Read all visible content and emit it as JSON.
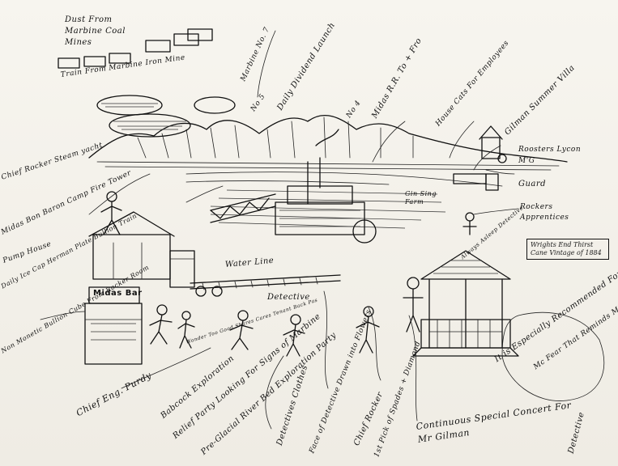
{
  "labels": {
    "dust": "Dust From Marbine Coal Mines",
    "train": "Train From Marbine Iron Mine",
    "marbine7": "Marbine No. 7",
    "no5": "No 5",
    "no4": "No 4",
    "launch": "Daily Dividend Launch",
    "midas_rr": "Midas R.R. To + Fro",
    "house_cats": "House Cats For Employees",
    "gilman_villa": "Gilman Summer Villa",
    "roosters": "Roosters Lycon M'G",
    "guard": "Guard",
    "rockers": "Rockers Apprentices",
    "gin_sing": "Gin Sing Farm",
    "chief_rocker_steam": "Chief Rocker Steam yacht",
    "camp_fire": "Midas Bon Baron Camp Fire Tower",
    "pump_house": "Pump House",
    "daily_ice": "Daily Ice Cap Herman Plate Bullion Train",
    "bullion": "Non Monetic Bullion Cube From Rocker Room",
    "water_line": "Water Line",
    "detective": "Detective",
    "midas_bar": "Midas Bar",
    "wrigley_note": "Wrights End Thirst Cane Vintage of 1884",
    "asleep": "Always Asleep Detective",
    "chief_eng": "Chief Eng. Purdy",
    "babcock": "Babcock Exploration",
    "relief": "Relief Party Looking For Signs of Marbine",
    "pre_glacial": "Pre-Glacial River Bed Exploration Party",
    "detective_clothes": "Detectives Clothes",
    "face_of_detective": "Face of Detective Drawn into Flowers",
    "chief_rocker": "Chief Rocker",
    "pick_of_spades": "1st Pick of Spades + Diamond",
    "concert": "Continuous Special Concert For Mr Gilman",
    "rebalance": "It is Especially Recommended For Every Thing",
    "mc_fear": "Mc Fear That Reminds Me of a Story",
    "detective_right": "Detective",
    "bottom_note": "Wonder Too Good Shares Cares Tenant Back Pas"
  }
}
